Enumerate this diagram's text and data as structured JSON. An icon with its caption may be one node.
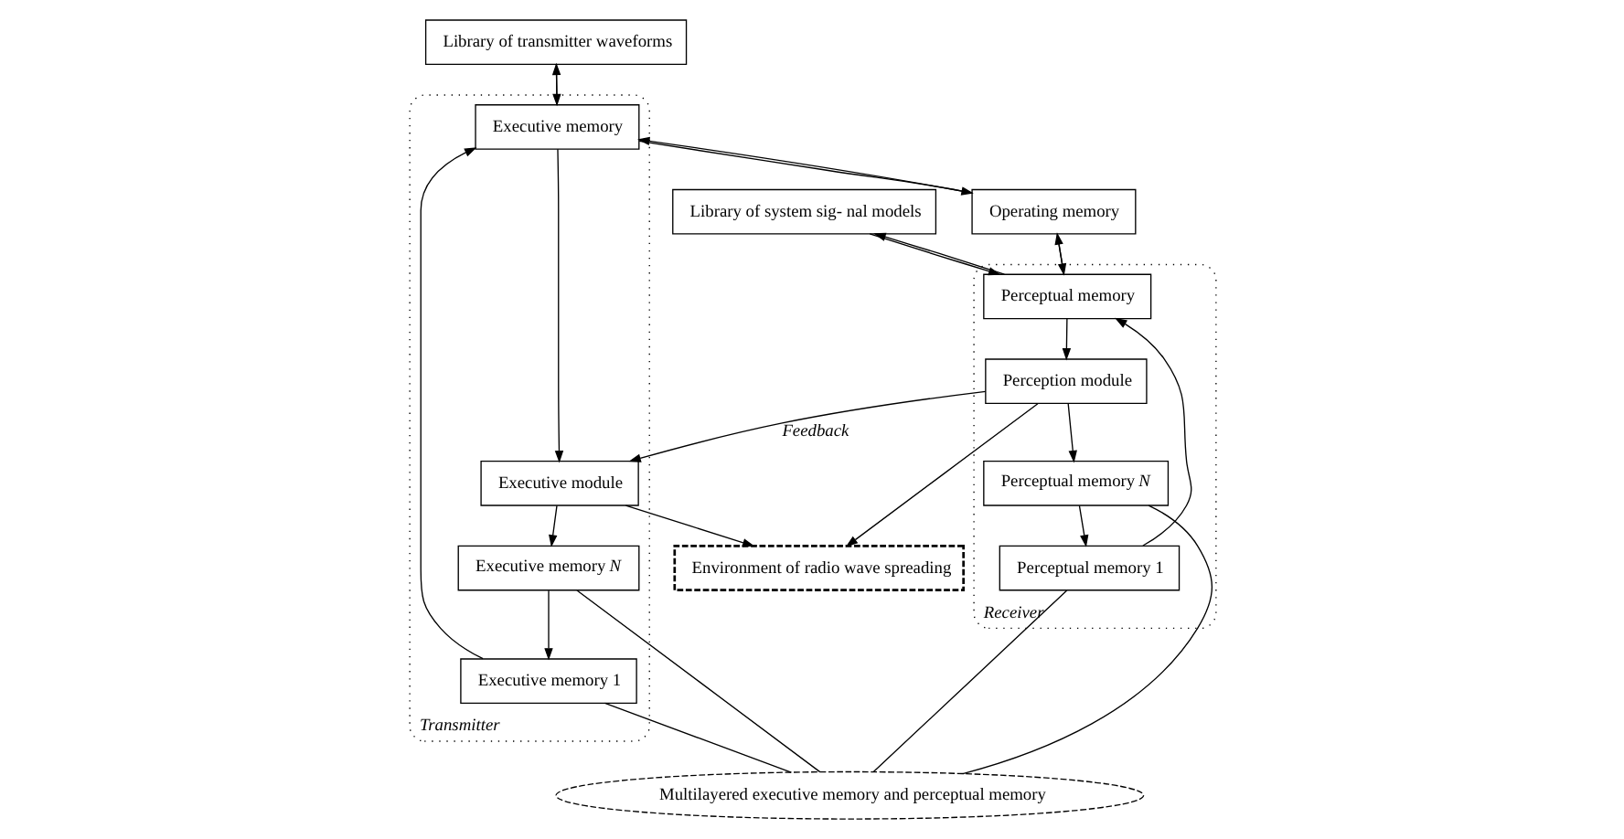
{
  "diagram": {
    "nodes": [
      {
        "text": [
          "Library of transmitter waveforms"
        ]
      },
      {
        "text": [
          "Library of system sig- nal models"
        ]
      },
      {
        "text": [
          "Transmitter"
        ]
      },
      {
        "text": [
          "Executive memory"
        ],
        "in": 2
      },
      {
        "text": [
          "Executive memory 1"
        ],
        "in": 2
      },
      {
        "text": [
          "Executive memory *N*"
        ],
        "in": 2
      },
      {
        "text": [
          "Executive module"
        ],
        "in": 2
      },
      {
        "text": [
          "Operating memory"
        ]
      },
      {
        "text": [
          "Receiver"
        ]
      },
      {
        "text": [
          "Perceptual memory"
        ],
        "in": 8
      },
      {
        "text": [
          "Perceptual memory 1"
        ],
        "in": 8
      },
      {
        "text": [
          "Perceptual memory *N*"
        ],
        "in": 8
      },
      {
        "text": [
          "Perception module"
        ],
        "in": 8
      },
      {
        "text": [
          "Multilayered executive memory and perceptual memory"
        ]
      },
      {
        "text": [
          "Environment of radio wave spreading"
        ]
      }
    ],
    "edges": [
      {
        "from": 0,
        "to": 3,
        "arrow": "to"
      },
      {
        "from": 3,
        "to": 0,
        "arrow": "to"
      },
      {
        "from": 1,
        "to": 9,
        "arrow": "to"
      },
      {
        "from": 9,
        "to": 1,
        "arrow": "to"
      },
      {
        "from": 7,
        "to": 3,
        "arrow": "to"
      },
      {
        "from": 3,
        "to": 7,
        "arrow": "to"
      },
      {
        "from": 9,
        "to": 7,
        "arrow": "to"
      },
      {
        "from": 7,
        "to": 9,
        "arrow": "to"
      },
      {
        "from": 3,
        "to": 6,
        "arrow": "to"
      },
      {
        "from": 4,
        "to": 3,
        "arrow": "to"
      },
      {
        "from": 5,
        "to": 4,
        "arrow": "to"
      },
      {
        "from": 6,
        "to": 5,
        "arrow": "to"
      },
      {
        "from": 9,
        "to": 12,
        "arrow": "to"
      },
      {
        "from": 10,
        "to": 9,
        "arrow": "to"
      },
      {
        "from": 11,
        "to": 10,
        "arrow": "to"
      },
      {
        "from": 12,
        "to": 11,
        "arrow": "to"
      },
      {
        "from": 4,
        "to": 13,
        "arrow": "none"
      },
      {
        "from": 5,
        "to": 13,
        "arrow": "none"
      },
      {
        "from": 10,
        "to": 13,
        "arrow": "none"
      },
      {
        "from": 11,
        "to": 13,
        "arrow": "none"
      },
      {
        "from": 12,
        "to": 6,
        "arrow": "to",
        "label": "Feedback"
      },
      {
        "from": 6,
        "to": 14,
        "arrow": "to"
      },
      {
        "from": 12,
        "to": 14,
        "arrow": "to"
      }
    ]
  }
}
